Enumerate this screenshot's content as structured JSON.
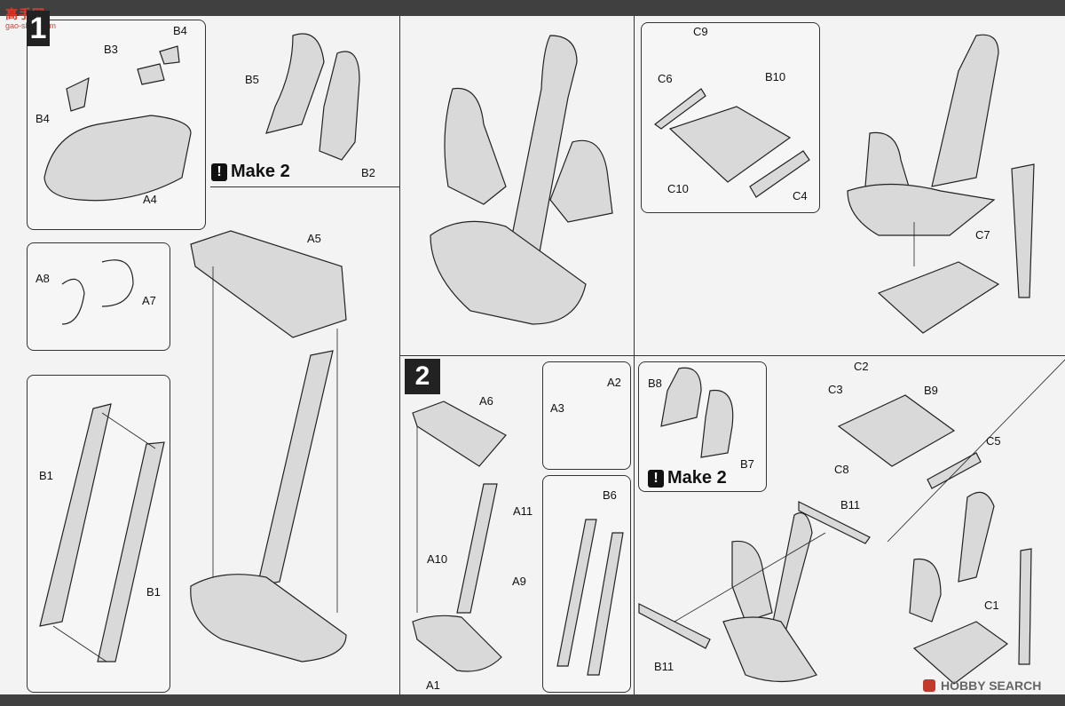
{
  "watermark_top": {
    "text": "高手网",
    "sub": "gao-shou.com"
  },
  "watermark_bottom": "HOBBY SEARCH",
  "steps": [
    "1",
    "2"
  ],
  "make_label": "Make 2",
  "make_icon": "!",
  "parts": {
    "B4_a": "B4",
    "B3": "B3",
    "B4_b": "B4",
    "A4": "A4",
    "B5": "B5",
    "B2": "B2",
    "A8": "A8",
    "A7": "A7",
    "A5": "A5",
    "B1_a": "B1",
    "B1_b": "B1",
    "C9": "C9",
    "B10": "B10",
    "C6": "C6",
    "C10": "C10",
    "C4": "C4",
    "C7": "C7",
    "A6": "A6",
    "A2": "A2",
    "A3": "A3",
    "A11": "A11",
    "A10": "A10",
    "A9": "A9",
    "A1": "A1",
    "B6": "B6",
    "B8": "B8",
    "B7": "B7",
    "C2": "C2",
    "C3": "C3",
    "B9": "B9",
    "C5": "C5",
    "C8": "C8",
    "B11_a": "B11",
    "B11_b": "B11",
    "C1": "C1"
  }
}
